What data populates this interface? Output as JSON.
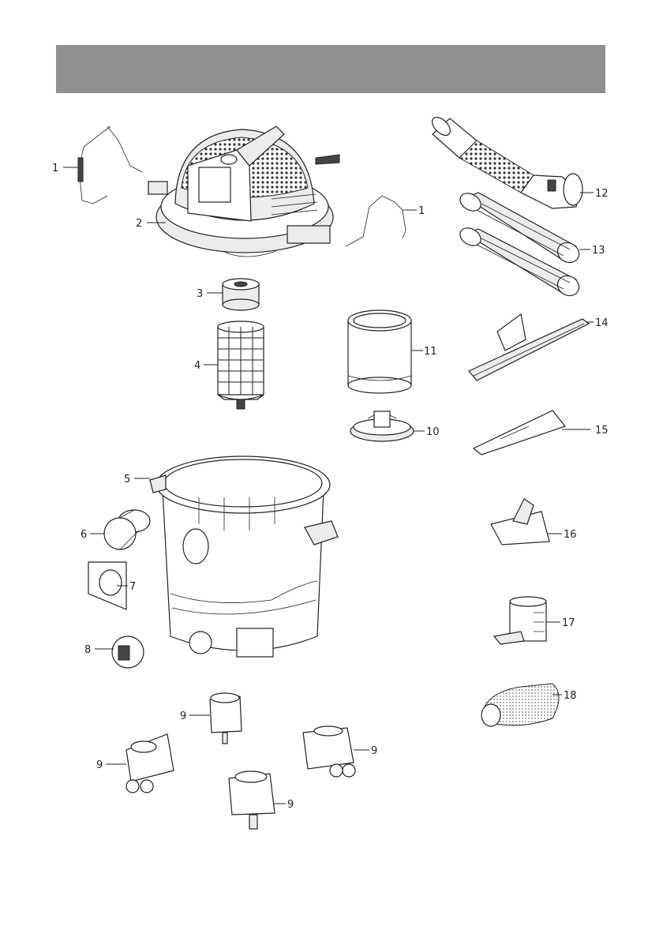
{
  "header": {
    "title": "",
    "color": "#8f8f8f"
  },
  "callouts": {
    "c1a": "1",
    "c1b": "1",
    "c2": "2",
    "c3": "3",
    "c4": "4",
    "c5": "5",
    "c6": "6",
    "c7": "7",
    "c8": "8",
    "c9a": "9",
    "c9b": "9",
    "c9c": "9",
    "c9d": "9",
    "c10": "10",
    "c11": "11",
    "c12": "12",
    "c13": "13",
    "c14": "14",
    "c15": "15",
    "c16": "16",
    "c17": "17",
    "c18": "18"
  },
  "icons": [
    "latch-clip",
    "motor-head",
    "foam-filter",
    "filter-cage",
    "tank",
    "blower-port",
    "port-cover",
    "drain-cap",
    "caster",
    "filter-lid",
    "cartridge-filter",
    "hose",
    "extension-wand",
    "floor-nozzle",
    "crevice-tool",
    "utility-nozzle",
    "dust-brush",
    "filter-bag"
  ]
}
